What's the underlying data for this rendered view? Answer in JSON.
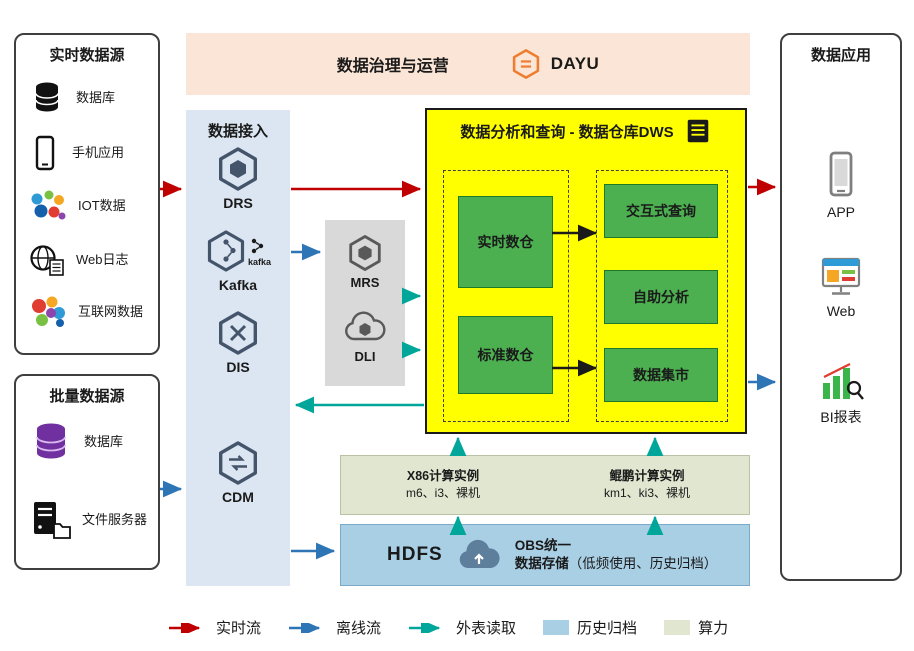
{
  "governance": {
    "title": "数据治理与运营",
    "brand": "DAYU"
  },
  "sources_realtime": {
    "title": "实时数据源",
    "items": [
      {
        "label": "数据库",
        "icon": "database-icon"
      },
      {
        "label": "手机应用",
        "icon": "mobile-phone-icon"
      },
      {
        "label": "IOT数据",
        "icon": "iot-icon"
      },
      {
        "label": "Web日志",
        "icon": "web-log-icon"
      },
      {
        "label": "互联网数据",
        "icon": "internet-data-icon"
      }
    ]
  },
  "sources_batch": {
    "title": "批量数据源",
    "items": [
      {
        "label": "数据库",
        "icon": "database-purple-icon"
      },
      {
        "label": "文件服务器",
        "icon": "file-server-icon"
      }
    ]
  },
  "ingestion": {
    "title": "数据接入",
    "items": [
      {
        "label": "DRS",
        "icon": "drs-hexagon-icon"
      },
      {
        "label": "Kafka",
        "icon": "kafka-hexagon-icon",
        "badge": "kafka"
      },
      {
        "label": "DIS",
        "icon": "dis-hexagon-icon"
      },
      {
        "label": "CDM",
        "icon": "cdm-hexagon-icon"
      }
    ]
  },
  "middleware": {
    "items": [
      {
        "label": "MRS",
        "icon": "mrs-hexagon-icon"
      },
      {
        "label": "DLI",
        "icon": "dli-cloud-icon"
      }
    ]
  },
  "dws": {
    "title": "数据分析和查询 - 数据仓库DWS",
    "warehouses": [
      {
        "label": "实时数仓"
      },
      {
        "label": "标准数仓"
      }
    ],
    "services": [
      {
        "label": "交互式查询"
      },
      {
        "label": "自助分析"
      },
      {
        "label": "数据集市"
      }
    ]
  },
  "applications": {
    "title": "数据应用",
    "items": [
      {
        "label": "APP",
        "icon": "app-phone-icon"
      },
      {
        "label": "Web",
        "icon": "web-browser-icon"
      },
      {
        "label": "BI报表",
        "icon": "bi-chart-icon"
      }
    ]
  },
  "compute": {
    "x86": {
      "title": "X86计算实例",
      "subtitle": "m6、i3、裸机"
    },
    "kunpeng": {
      "title": "鲲鹏计算实例",
      "subtitle": "km1、ki3、裸机"
    }
  },
  "storage": {
    "hdfs": "HDFS",
    "obs_line1": "OBS统一",
    "obs_line2": "数据存储",
    "obs_note": "（低频使用、历史归档）"
  },
  "legend": {
    "items": [
      {
        "label": "实时流",
        "kind": "arrow",
        "color": "#c00000"
      },
      {
        "label": "离线流",
        "kind": "arrow",
        "color": "#2e75b6"
      },
      {
        "label": "外表读取",
        "kind": "arrow",
        "color": "#00a69a"
      },
      {
        "label": "历史归档",
        "kind": "chip",
        "color": "#a9cfe5"
      },
      {
        "label": "算力",
        "kind": "chip",
        "color": "#e0e6d0"
      }
    ]
  },
  "colors": {
    "realtime_flow": "#c00000",
    "offline_flow": "#2e75b6",
    "external_read": "#00a69a",
    "dws_background": "#ffff00",
    "warehouse_green": "#4caf50",
    "ingestion_background": "#dce6f2",
    "governance_background": "#fbe5d6",
    "middleware_background": "#d9d9d9",
    "archive_background": "#a9cfe5",
    "compute_background": "#e0e6d0"
  }
}
